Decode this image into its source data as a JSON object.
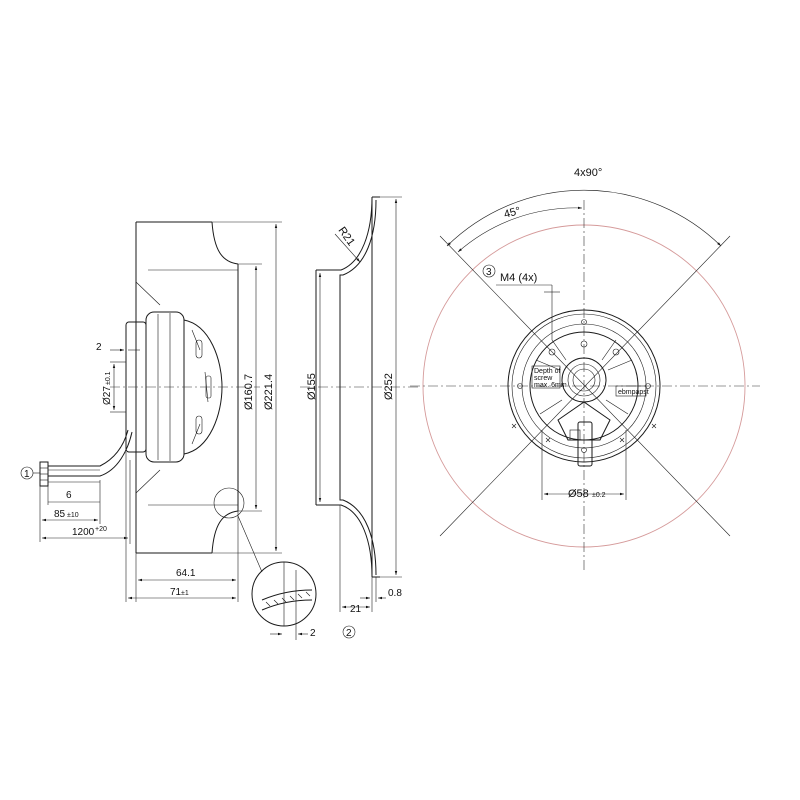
{
  "side_view": {
    "dims": {
      "d_160_7": "Ø160.7",
      "d_221_4": "Ø221.4",
      "d_27": "Ø27",
      "d_27_tol": "±0.1",
      "hub_offset": "2",
      "cable_strip": "6",
      "cable_85": "85",
      "cable_85_tol": "±10",
      "cable_1200": "1200",
      "cable_1200_tol": "+20",
      "depth_64_1": "64.1",
      "depth_71": "71",
      "depth_71_tol": "±1",
      "detail_2": "2"
    },
    "callout_1": "1"
  },
  "section_view": {
    "dims": {
      "radius": "R21",
      "d_155": "Ø155",
      "d_252": "Ø252",
      "width_21": "21",
      "thickness_0_8": "0.8"
    },
    "callout_2": "2"
  },
  "front_view": {
    "dims": {
      "angle_pattern": "4x90°",
      "angle_45": "45°",
      "thread": "M4 (4x)",
      "d_58": "Ø58",
      "d_58_tol": "±0.2"
    },
    "callout_3": "3",
    "screw_note": [
      "Depth of",
      "screw",
      "max. 6mm"
    ],
    "logo_text": "ebmpapst"
  },
  "colors": {
    "line": "#1a1a1a",
    "fan_outline": "#d59a9a"
  }
}
